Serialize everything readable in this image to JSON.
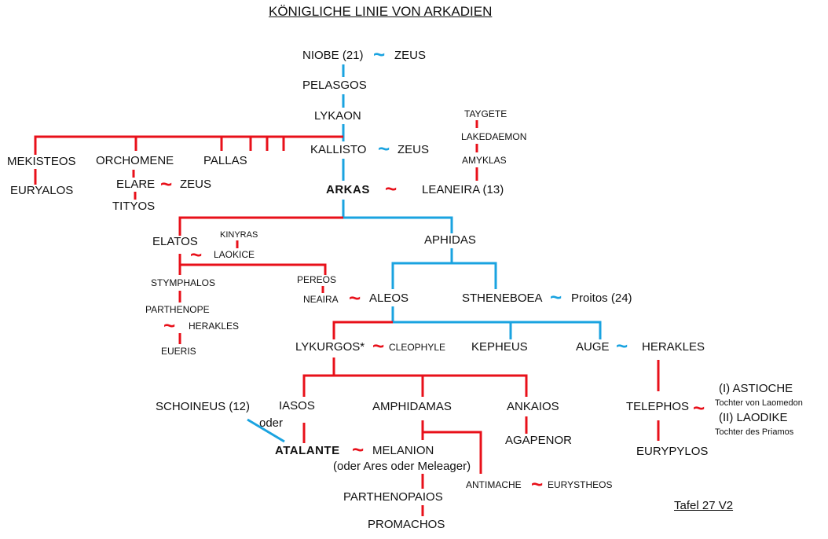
{
  "title": "KÖNIGLICHE LINIE VON ARKADIEN",
  "footer": "Tafel 27 V2",
  "colors": {
    "descent_red": "#e8101a",
    "divine_blue": "#1aa3e0"
  },
  "marriage_symbol": "~",
  "names": {
    "niobe": "NIOBE (21)",
    "zeus1": "ZEUS",
    "pelasgos": "PELASGOS",
    "lykaon": "LYKAON",
    "kallisto": "KALLISTO",
    "zeus2": "ZEUS",
    "arkas": "ARKAS",
    "taygete": "TAYGETE",
    "lakedaemon": "LAKEDAEMON",
    "amyklas": "AMYKLAS",
    "leaneira": "LEANEIRA (13)",
    "mekisteos": "MEKISTEOS",
    "euryalos": "EURYALOS",
    "orchomene": "ORCHOMENE",
    "elare": "ELARE",
    "zeus3": "ZEUS",
    "tityos": "TITYOS",
    "pallas": "PALLAS",
    "elatos": "ELATOS",
    "kinyras": "KINYRAS",
    "laokice": "LAOKICE",
    "stymphalos": "STYMPHALOS",
    "pereos": "PEREOS",
    "neaira": "NEAIRA",
    "aleos": "ALEOS",
    "parthenope": "PARTHENOPE",
    "herakles1": "HERAKLES",
    "eueris": "EUERIS",
    "aphidas": "APHIDAS",
    "stheneboea": "STHENEBOEA",
    "proitos": "Proitos (24)",
    "lykurgos": "LYKURGOS*",
    "cleophyle": "CLEOPHYLE",
    "kepheus": "KEPHEUS",
    "auge": "AUGE",
    "herakles2": "HERAKLES",
    "schoineus": "SCHOINEUS (12)",
    "iasos": "IASOS",
    "amphidamas": "AMPHIDAMAS",
    "ankaios": "ANKAIOS",
    "oder": "oder",
    "atalante": "ATALANTE",
    "melanion": "MELANION",
    "melanion_note": "(oder Ares oder Meleager)",
    "agapenor": "AGAPENOR",
    "antimache": "ANTIMACHE",
    "eurystheos": "EURYSTHEOS",
    "parthenopaios": "PARTHENOPAIOS",
    "promachos": "PROMACHOS",
    "telephos": "TELEPHOS",
    "astioche": "(I) ASTIOCHE",
    "astioche_note": "Tochter von Laomedon",
    "laodike": "(II) LAODIKE",
    "laodike_note": "Tochter des Priamos",
    "eurypylos": "EURYPYLOS"
  }
}
